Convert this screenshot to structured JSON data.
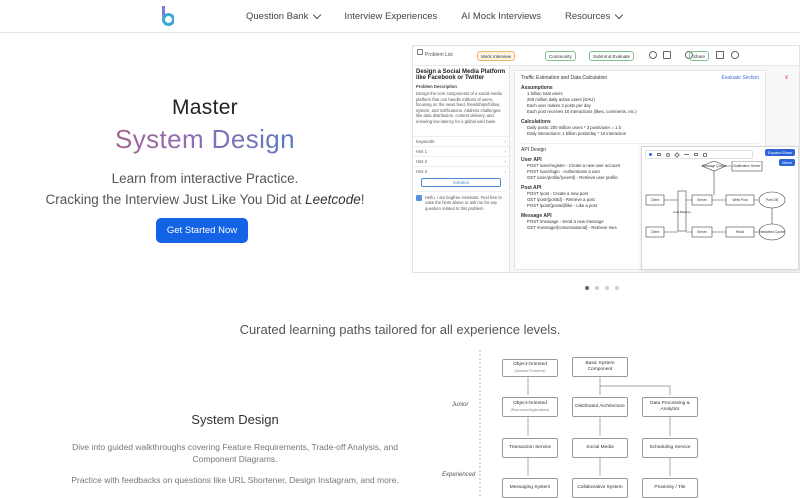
{
  "nav": {
    "items": [
      {
        "label": "Question Bank",
        "dropdown": true
      },
      {
        "label": "Interview Experiences",
        "dropdown": false
      },
      {
        "label": "AI Mock Interviews",
        "dropdown": false
      },
      {
        "label": "Resources",
        "dropdown": true
      }
    ]
  },
  "hero": {
    "line1": "Master",
    "line2": "System Design",
    "sub1": "Learn from interactive Practice.",
    "sub2_prefix": "Cracking the Interview Just Like You Did at ",
    "sub2_em": "Leetcode",
    "sub2_suffix": "!",
    "cta": "Get Started Now"
  },
  "preview": {
    "top": {
      "problem_list": "Problem List",
      "mock": "Mock Interview",
      "community": "Community",
      "submit": "Submit & Evaluate",
      "share": "Share"
    },
    "left": {
      "title": "Design a Social Media Platform like Facebook or Twitter",
      "desc_label": "Problem Description",
      "desc": "Design the core components of a social media platform that can handle millions of users, focusing on the news feed, friendships/follow, system, and notifications. Address challenges like data distribution, content delivery, and ensuring low latency for a global user base.",
      "rows": [
        "Keywords",
        "Hint 1",
        "Hint 2",
        "Hint 3"
      ],
      "solution": "Solution",
      "assistant": "Hello, I am bugfree Assistant. Feel free to raise the hints above or ask me for any question related to this problem"
    },
    "doc": {
      "heading": "Traffic Estimation and Data Calculation",
      "evaluate": "Evaluate Section",
      "assumptions": "Assumptions",
      "assumption_lines": [
        "1 billion total users",
        "200 million daily active users (DAU)",
        "Each user makes 3 posts per day",
        "Each post receives 10 interactions (likes, comments, etc.)"
      ],
      "calculations": "Calculations",
      "calc_lines": [
        "Daily posts: 200 million users * 3 posts/user = 1 b",
        "Daily interactions: 1 billion posts/day * 10 interaction"
      ],
      "api_design": "API Design",
      "user_api": "User API",
      "user_lines": [
        "POST /user/register - Create a new user account",
        "POST /user/login - Authenticate a user",
        "GET /user/profile/{userId} - Retrieve user profile"
      ],
      "post_api": "Post API",
      "post_lines": [
        "POST /post - Create a new post",
        "GET /post/{postId} - Retrieve a post",
        "POST /post/{postId}/like - Like a post"
      ],
      "message_api": "Message API",
      "message_lines": [
        "POST /message - Send a new message",
        "GET /message/{conversationId} - Retrieve mes"
      ]
    },
    "canvas": {
      "expand": "Expand Draw",
      "save": "Move",
      "nodes": [
        "Message Queue",
        "Notification Server",
        "Client",
        "Server",
        "Write Post",
        "Post DB",
        "Load Balancer",
        "Read",
        "Server",
        "Newsfeed Cache",
        "Client"
      ]
    }
  },
  "section": {
    "curated": "Curated learning paths tailored for all experience levels.",
    "title": "System Design",
    "p1": "Dive into guided walkthroughs covering Feature Requirements, Trade-off Analysis, and Component Diagrams.",
    "p2": "Practice with feedbacks on questions like URL Shortener, Design Instagram, and more."
  },
  "tree": {
    "levels": [
      "Junior",
      "Experienced"
    ],
    "nodes": {
      "oop1": "Object-Oriented",
      "oop1_sub": "(Abstract Problems)",
      "basic": "Basic System Component",
      "oop2": "Object-Oriented",
      "oop2_sub": "(Real-world Applications)",
      "distributed": "Distributed Architecture",
      "dataproc": "Data Processing & Analytics",
      "transaction": "Transaction Service",
      "social": "Social Media",
      "scheduling": "Scheduling Service",
      "messaging": "Messaging System",
      "collab": "Collaborative System",
      "proximity": "Proximity / Tile"
    }
  },
  "colors": {
    "accent": "#1463e6",
    "gradient_start": "#b85a6f",
    "gradient_end": "#2f86c2"
  }
}
